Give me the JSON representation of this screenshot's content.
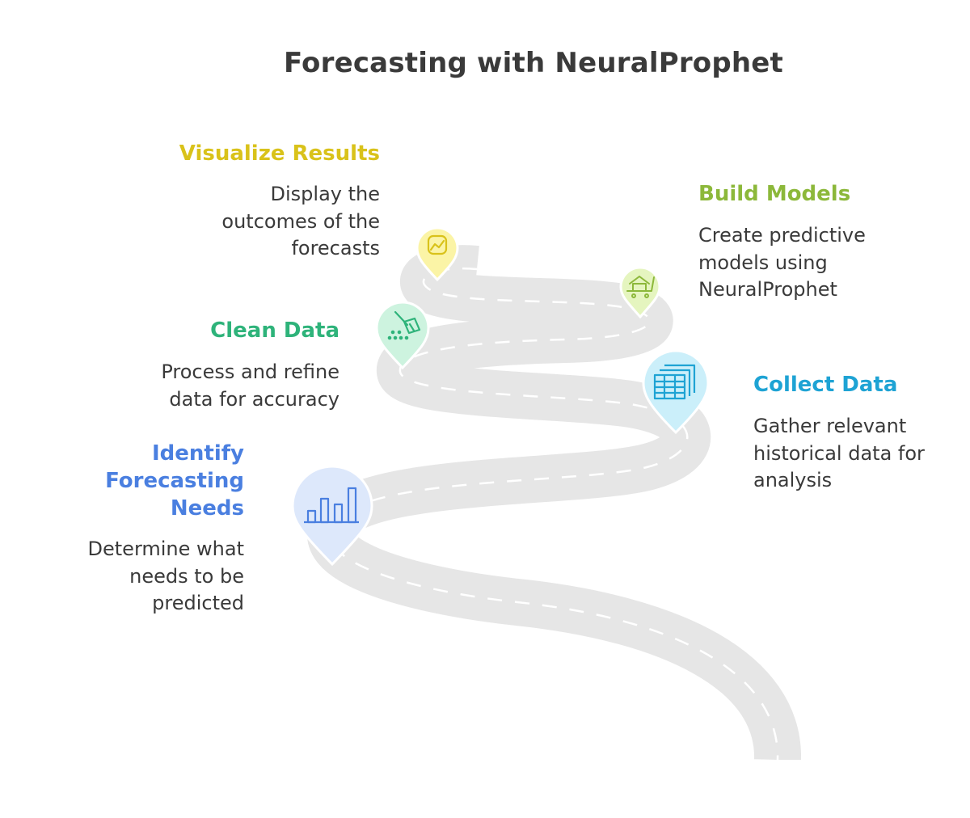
{
  "title": "Forecasting with NeuralProphet",
  "steps": [
    {
      "title": "Visualize Results",
      "description": "Display the outcomes of the forecasts",
      "color": "#d9c21a",
      "icon": "line-chart-icon"
    },
    {
      "title": "Build Models",
      "description": "Create predictive models using NeuralProphet",
      "color": "#8cb83a",
      "icon": "cart-home-icon"
    },
    {
      "title": "Clean Data",
      "description": "Process and refine data for accuracy",
      "color": "#2eb37a",
      "icon": "broom-icon"
    },
    {
      "title": "Collect Data",
      "description": "Gather relevant historical data for analysis",
      "color": "#1ea3d4",
      "icon": "table-stack-icon"
    },
    {
      "title": "Identify Forecasting Needs",
      "description": "Determine what needs to be predicted",
      "color": "#4a7fe0",
      "icon": "bar-chart-icon"
    }
  ]
}
